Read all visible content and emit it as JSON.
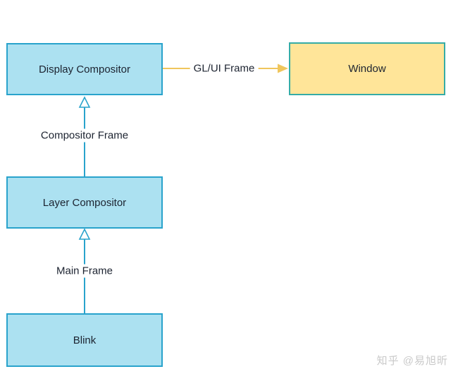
{
  "diagram": {
    "nodes": [
      {
        "id": "display-compositor",
        "label": "Display Compositor",
        "fill": "#ace1f1",
        "border": "#29a3cc"
      },
      {
        "id": "window",
        "label": "Window",
        "fill": "#ffe599",
        "border": "#35aca6"
      },
      {
        "id": "layer-compositor",
        "label": "Layer Compositor",
        "fill": "#ace1f1",
        "border": "#29a3cc"
      },
      {
        "id": "blink",
        "label": "Blink",
        "fill": "#ace1f1",
        "border": "#29a3cc"
      }
    ],
    "edges": [
      {
        "from": "blink",
        "to": "layer-compositor",
        "label": "Main Frame",
        "color": "#29a3cc",
        "arrowhead": "open"
      },
      {
        "from": "layer-compositor",
        "to": "display-compositor",
        "label": "Compositor Frame",
        "color": "#29a3cc",
        "arrowhead": "open"
      },
      {
        "from": "display-compositor",
        "to": "window",
        "label": "GL/UI Frame",
        "color": "#f0c65c",
        "arrowhead": "filled"
      }
    ]
  },
  "watermark": {
    "text": "知乎 @易旭昕",
    "color": "#c9c9c9"
  }
}
